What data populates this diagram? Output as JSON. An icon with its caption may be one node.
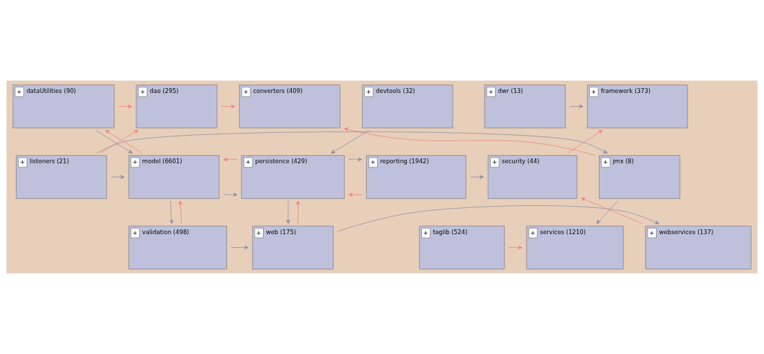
{
  "diagram": {
    "nodes": [
      {
        "text": [
          "+",
          "converters (409)"
        ]
      },
      {
        "text": [
          "+",
          "dao (295)"
        ]
      },
      {
        "text": [
          "+",
          "dataUtilities (90)"
        ]
      },
      {
        "text": [
          "+",
          "devtools (32)"
        ]
      },
      {
        "text": [
          "+",
          "dwr (13)"
        ]
      },
      {
        "text": [
          "+",
          "framework (373)"
        ]
      },
      {
        "text": [
          "+",
          "jmx (8)"
        ]
      },
      {
        "text": [
          "+",
          "listeners (21)"
        ]
      },
      {
        "text": [
          "+",
          "model (6601)"
        ]
      },
      {
        "text": [
          "+",
          "persistence (429)"
        ]
      },
      {
        "text": [
          "+",
          "reporting (1942)"
        ]
      },
      {
        "text": [
          "+",
          "security (44)"
        ]
      },
      {
        "text": [
          "+",
          "services (1210)"
        ]
      },
      {
        "text": [
          "+",
          "taglib (524)"
        ]
      },
      {
        "text": [
          "+",
          "validation (498)"
        ]
      },
      {
        "text": [
          "+",
          "web (175)"
        ]
      },
      {
        "text": [
          "+",
          "webservices (137)"
        ]
      }
    ],
    "edges": [
      {
        "from": 1,
        "to": 0,
        "arrow": "to",
        "color": "#f08080"
      },
      {
        "from": 2,
        "to": 1,
        "arrow": "to",
        "color": "#f08080"
      },
      {
        "from": 6,
        "to": 0,
        "arrow": "to",
        "color": "#f08080"
      },
      {
        "from": 7,
        "to": 1,
        "arrow": "to",
        "color": "#f08080"
      },
      {
        "from": 2,
        "to": 8,
        "arrow": "to"
      },
      {
        "from": 8,
        "to": 2,
        "arrow": "to",
        "color": "#f08080"
      },
      {
        "from": 3,
        "to": 9,
        "arrow": "to"
      },
      {
        "from": 4,
        "to": 5,
        "arrow": "to"
      },
      {
        "from": 11,
        "to": 5,
        "arrow": "to",
        "color": "#f08080"
      },
      {
        "from": 7,
        "to": 6,
        "arrow": "to"
      },
      {
        "from": 7,
        "to": 8,
        "arrow": "to"
      },
      {
        "from": 8,
        "to": 9,
        "arrow": "to"
      },
      {
        "from": 9,
        "to": 8,
        "arrow": "to",
        "color": "#f08080"
      },
      {
        "from": 10,
        "to": 9,
        "arrow": "to",
        "color": "#f08080"
      },
      {
        "from": 9,
        "to": 10,
        "arrow": "to"
      },
      {
        "from": 10,
        "to": 11,
        "arrow": "to"
      },
      {
        "from": 6,
        "to": 12,
        "arrow": "to"
      },
      {
        "from": 13,
        "to": 12,
        "arrow": "to",
        "color": "#f08080"
      },
      {
        "from": 8,
        "to": 14,
        "arrow": "to"
      },
      {
        "from": 14,
        "to": 8,
        "arrow": "to",
        "color": "#f08080"
      },
      {
        "from": 14,
        "to": 15,
        "arrow": "to"
      },
      {
        "from": 9,
        "to": 15,
        "arrow": "to"
      },
      {
        "from": 15,
        "to": 9,
        "arrow": "to",
        "color": "#f08080"
      },
      {
        "from": 15,
        "to": 16,
        "arrow": "to"
      },
      {
        "from": 16,
        "to": 11,
        "arrow": "to",
        "color": "#f08080"
      }
    ]
  }
}
